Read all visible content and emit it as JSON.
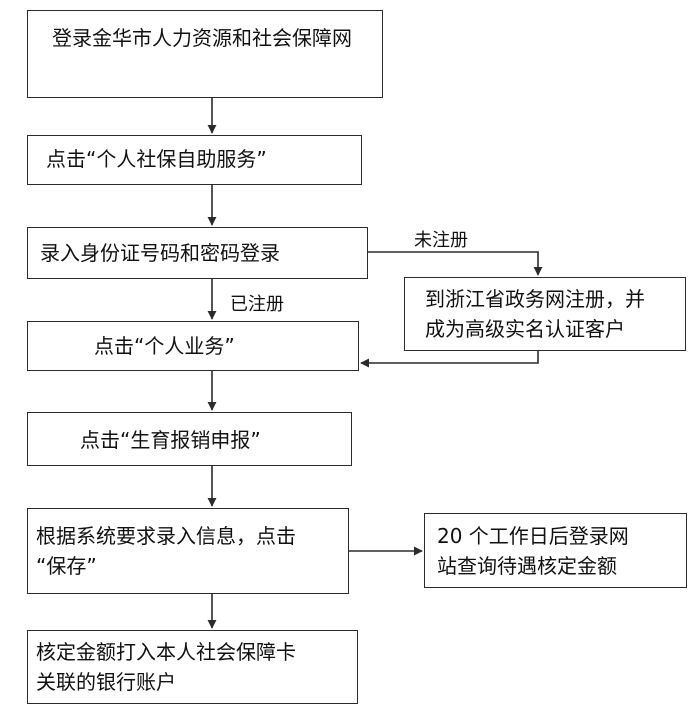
{
  "flowchart": {
    "steps": {
      "login_site": "登录金华市人力资源和社会保障网",
      "click_self_service": "点击“个人社保自助服务”",
      "enter_id_password": "录入身份证号码和密码登录",
      "click_personal_business": "点击“个人业务”",
      "click_maternity_claim": "点击“生育报销申报”",
      "enter_info_save": [
        "根据系统要求录入信息，点击",
        "“保存”"
      ],
      "amount_to_card": [
        "核定金额打入本人社会保障卡",
        "关联的银行账户"
      ],
      "register_zhejiang": [
        "到浙江省政务网注册，并",
        "成为高级实名认证客户"
      ],
      "check_amount": [
        "20 个工作日后登录网",
        "站查询待遇核定金额"
      ]
    },
    "edge_labels": {
      "not_registered": "未注册",
      "registered": "已注册"
    }
  }
}
